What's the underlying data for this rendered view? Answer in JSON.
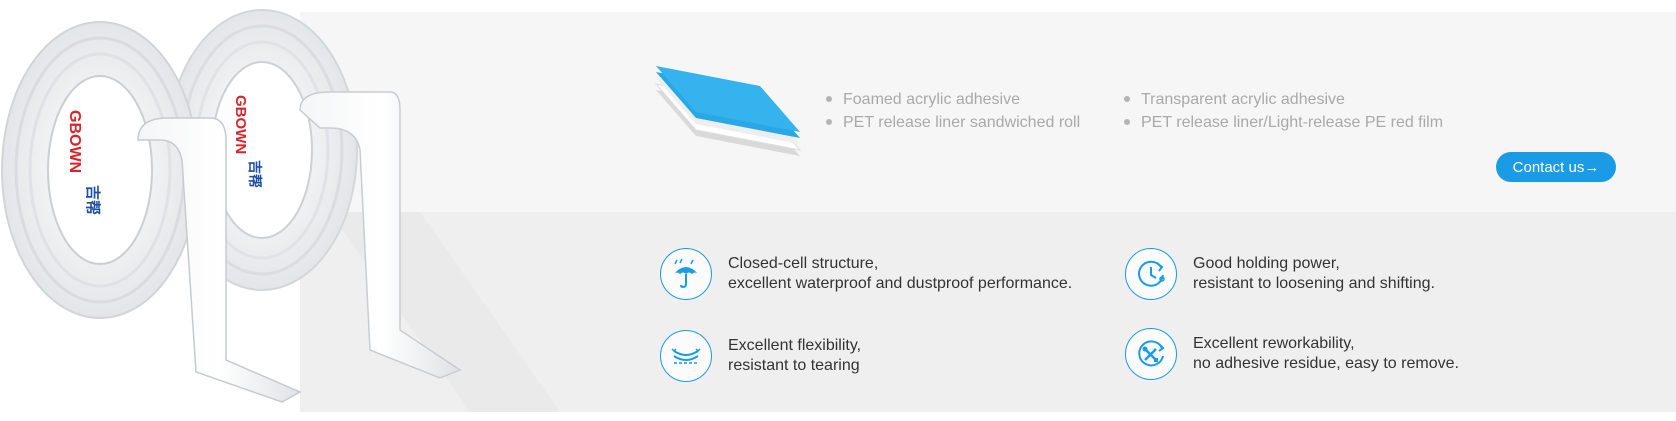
{
  "product": {
    "brand_text": "GBOWN 吉帮"
  },
  "specs": {
    "left": [
      "Foamed acrylic adhesive",
      "PET release liner sandwiched roll"
    ],
    "right": [
      "Transparent acrylic adhesive",
      "PET release liner/Light-release PE red film"
    ]
  },
  "contact": {
    "label": "Contact us→"
  },
  "features": [
    {
      "icon": "umbrella-rain-icon",
      "line1": "Closed-cell structure,",
      "line2": "excellent waterproof and dustproof performance."
    },
    {
      "icon": "clock-hold-icon",
      "line1": "Good holding power,",
      "line2": "resistant to loosening and shifting."
    },
    {
      "icon": "flexible-tape-icon",
      "line1": "Excellent flexibility,",
      "line2": "resistant to tearing"
    },
    {
      "icon": "rework-tools-icon",
      "line1": "Excellent reworkability,",
      "line2": "no adhesive residue, easy to remove."
    }
  ],
  "colors": {
    "accent": "#1a9be6",
    "foam_blue": "#2aa8e6",
    "panel_light": "#f6f6f6",
    "panel_mid": "#efefef",
    "brand_red": "#d9252a",
    "brand_blue": "#1f4fa0"
  }
}
